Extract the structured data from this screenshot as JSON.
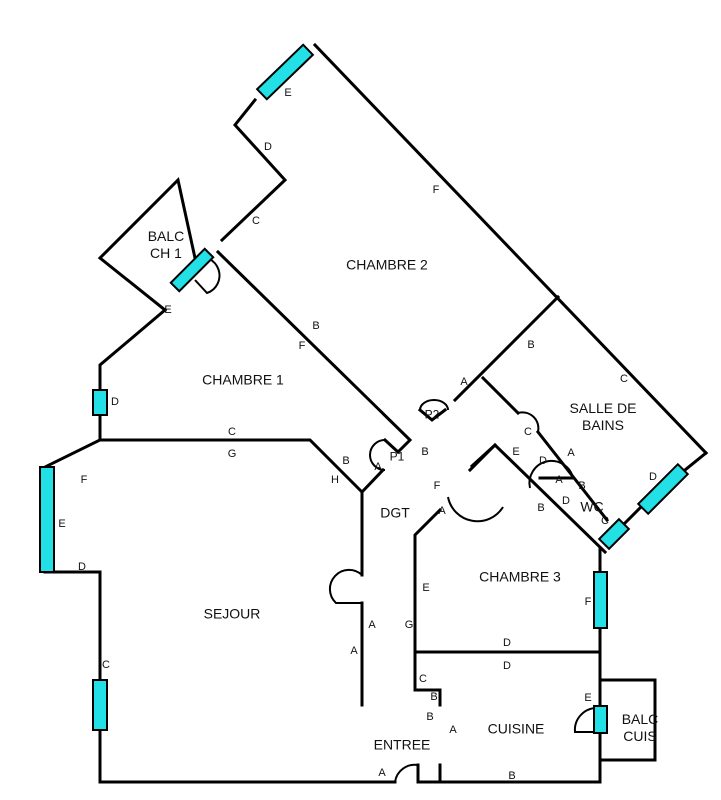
{
  "rooms": {
    "chambre2": "CHAMBRE 2",
    "balc_ch1_line1": "BALC",
    "balc_ch1_line2": "CH 1",
    "chambre1": "CHAMBRE 1",
    "salle_de_bains_line1": "SALLE DE",
    "salle_de_bains_line2": "BAINS",
    "wc": "WC",
    "dgt": "DGT",
    "chambre3": "CHAMBRE 3",
    "sejour": "SEJOUR",
    "cuisine": "CUISINE",
    "entree": "ENTREE",
    "balc_cuis_line1": "BALC",
    "balc_cuis_line2": "CUIS",
    "p1": "P1",
    "p2": "P2"
  },
  "wall_labels": [
    "E",
    "D",
    "F",
    "C",
    "E",
    "B",
    "F",
    "D",
    "C",
    "G",
    "B",
    "H",
    "A",
    "B",
    "A",
    "B",
    "C",
    "C",
    "A",
    "E",
    "D",
    "A",
    "B",
    "D",
    "B",
    "C",
    "D",
    "F",
    "A",
    "F",
    "E",
    "D",
    "E",
    "G",
    "A",
    "A",
    "C",
    "D",
    "D",
    "C",
    "B",
    "B",
    "A",
    "E",
    "A",
    "B",
    "F"
  ],
  "colors": {
    "window": "#22e0e6",
    "wall": "#000000"
  }
}
